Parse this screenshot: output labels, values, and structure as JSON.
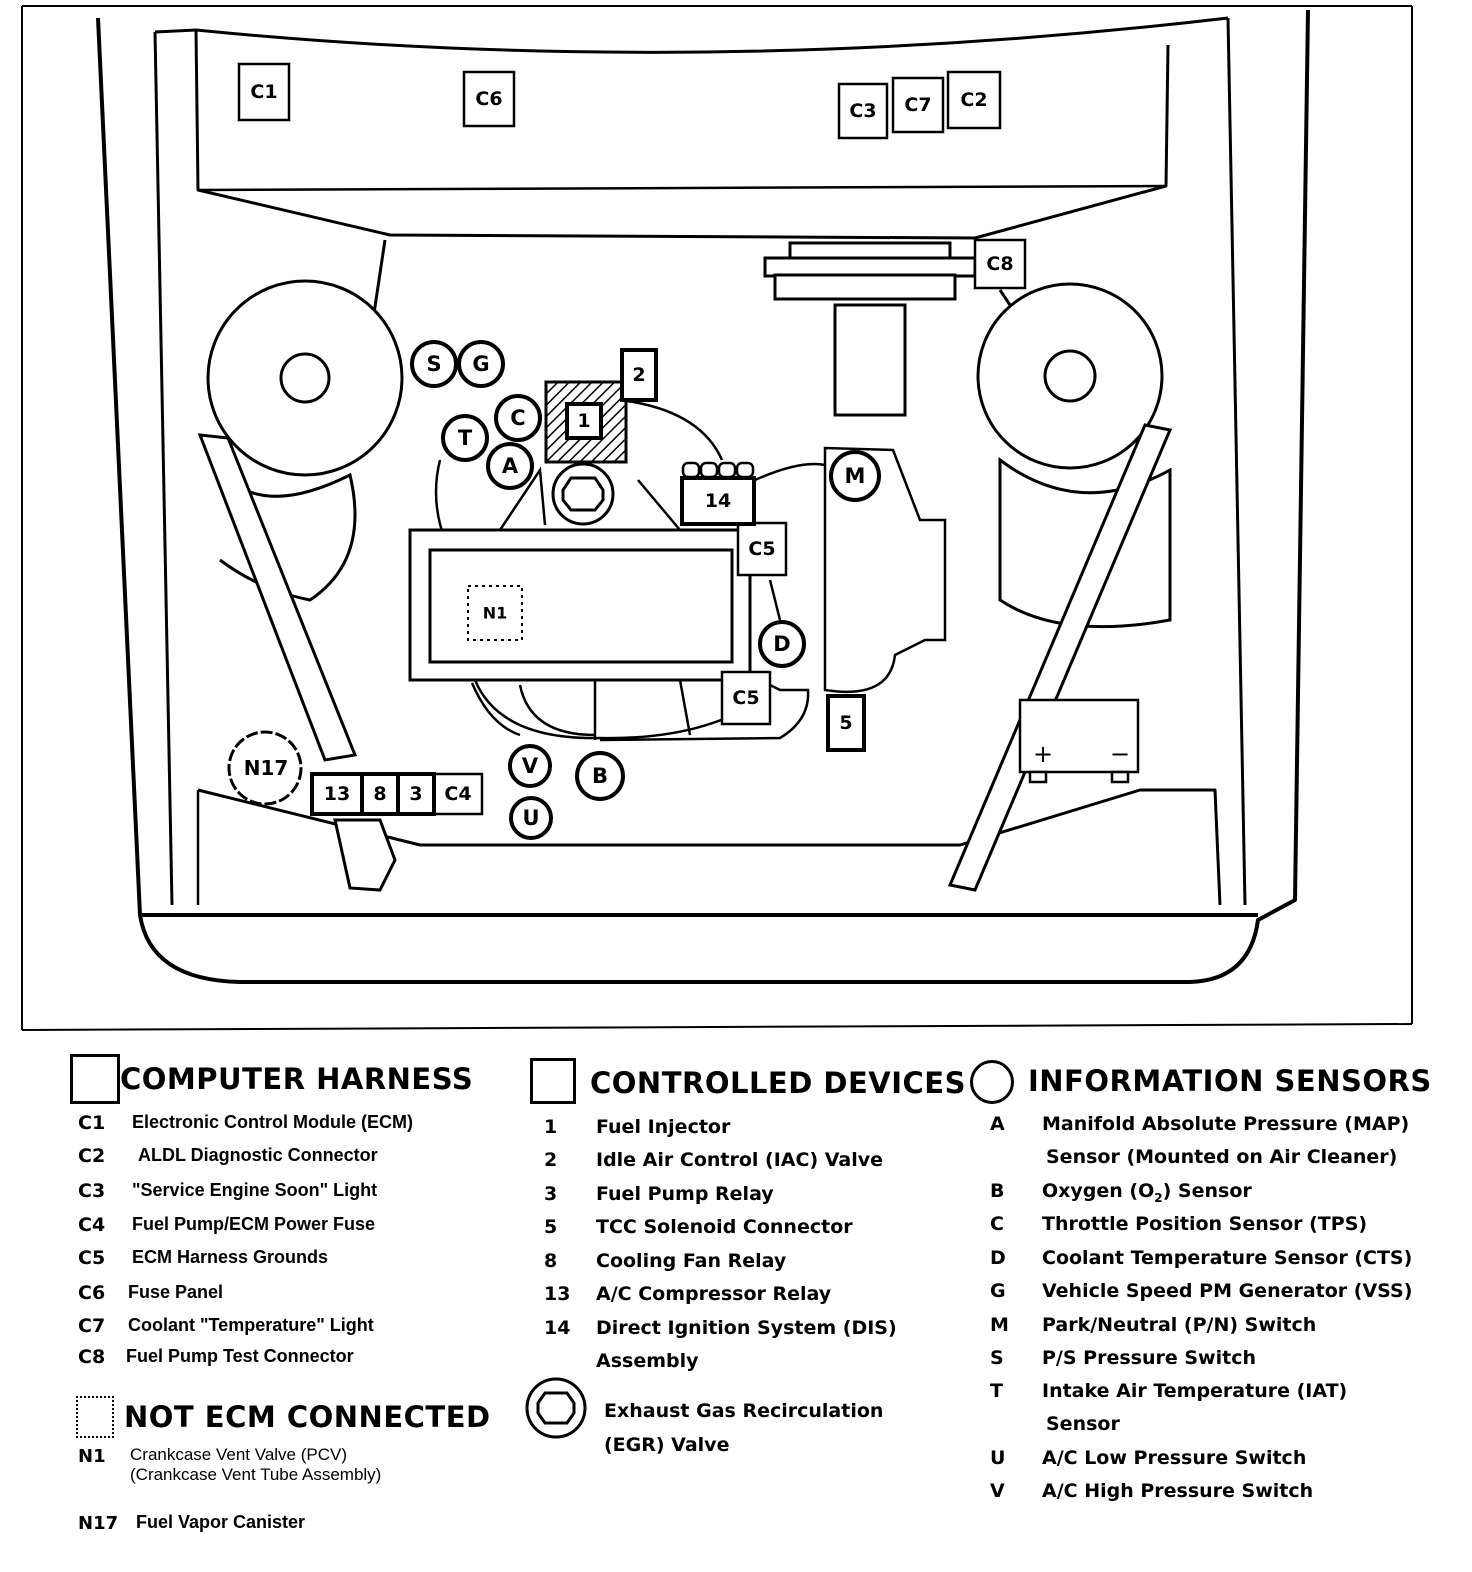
{
  "diagram": {
    "harness_labels": [
      "C1",
      "C6",
      "C3",
      "C7",
      "C2",
      "C8",
      "C5",
      "C5",
      "C4"
    ],
    "device_labels": [
      "1",
      "2",
      "14",
      "5",
      "13",
      "8",
      "3"
    ],
    "sensor_labels": [
      "S",
      "G",
      "C",
      "T",
      "A",
      "M",
      "D",
      "V",
      "B",
      "U"
    ],
    "not_ecm_labels": [
      "N1",
      "N17"
    ],
    "battery": {
      "plus": "+",
      "minus": "−"
    }
  },
  "legend": {
    "computer_harness": {
      "title": "COMPUTER HARNESS",
      "items": [
        {
          "code": "C1",
          "label": "Electronic Control Module (ECM)"
        },
        {
          "code": "C2",
          "label": "ALDL Diagnostic Connector"
        },
        {
          "code": "C3",
          "label": "\"Service Engine Soon\" Light"
        },
        {
          "code": "C4",
          "label": "Fuel Pump/ECM Power Fuse"
        },
        {
          "code": "C5",
          "label": "ECM Harness Grounds"
        },
        {
          "code": "C6",
          "label": "Fuse Panel"
        },
        {
          "code": "C7",
          "label": "Coolant \"Temperature\" Light"
        },
        {
          "code": "C8",
          "label": "Fuel Pump Test Connector"
        }
      ]
    },
    "not_ecm_connected": {
      "title": "NOT ECM CONNECTED",
      "items": [
        {
          "code": "N1",
          "label": "Crankcase Vent Valve (PCV)",
          "label2": "(Crankcase Vent Tube Assembly)"
        },
        {
          "code": "N17",
          "label": "Fuel Vapor Canister"
        }
      ]
    },
    "controlled_devices": {
      "title": "CONTROLLED DEVICES",
      "items": [
        {
          "code": "1",
          "label": "Fuel Injector"
        },
        {
          "code": "2",
          "label": "Idle Air Control (IAC) Valve"
        },
        {
          "code": "3",
          "label": "Fuel Pump Relay"
        },
        {
          "code": "5",
          "label": "TCC Solenoid Connector"
        },
        {
          "code": "8",
          "label": "Cooling Fan Relay"
        },
        {
          "code": "13",
          "label": "A/C Compressor Relay"
        },
        {
          "code": "14",
          "label": "Direct Ignition System (DIS)",
          "label2": "Assembly"
        }
      ],
      "egr": {
        "label": "Exhaust Gas Recirculation",
        "label2": "(EGR) Valve"
      }
    },
    "information_sensors": {
      "title": "INFORMATION SENSORS",
      "items": [
        {
          "code": "A",
          "label": "Manifold  Absolute Pressure (MAP)",
          "label2": "Sensor (Mounted on Air Cleaner)"
        },
        {
          "code": "B",
          "label": "Oxygen (O",
          "sub": "2",
          "label_tail": ") Sensor"
        },
        {
          "code": "C",
          "label": "Throttle Position Sensor (TPS)"
        },
        {
          "code": "D",
          "label": "Coolant Temperature Sensor (CTS)"
        },
        {
          "code": "G",
          "label": "Vehicle Speed PM Generator (VSS)"
        },
        {
          "code": "M",
          "label": "Park/Neutral (P/N) Switch"
        },
        {
          "code": "S",
          "label": "P/S Pressure Switch"
        },
        {
          "code": "T",
          "label": "Intake Air Temperature (IAT)",
          "label2": "Sensor"
        },
        {
          "code": "U",
          "label": "A/C Low Pressure Switch"
        },
        {
          "code": "V",
          "label": "A/C High Pressure Switch"
        }
      ]
    }
  }
}
